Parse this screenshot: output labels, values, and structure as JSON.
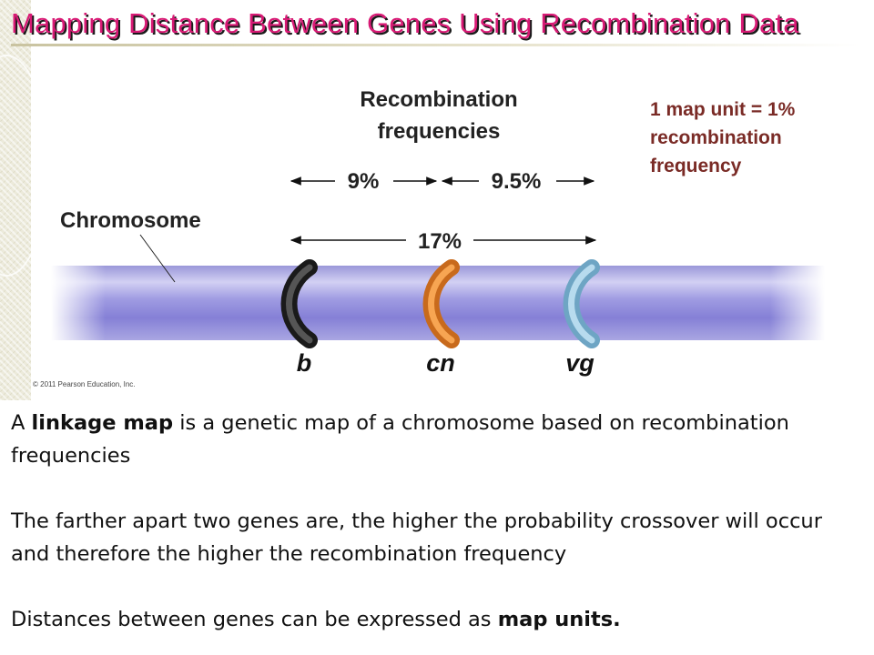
{
  "slide": {
    "title": "Mapping Distance Between Genes Using Recombination Data"
  },
  "figure": {
    "heading_line1": "Recombination",
    "heading_line2": "frequencies",
    "note_line1": "1 map unit = 1%",
    "note_line2": "recombination",
    "note_line3": "frequency",
    "chromosome_label": "Chromosome",
    "credit": "© 2011 Pearson Education, Inc.",
    "genes": [
      {
        "symbol": "b",
        "color": "#2b2b2b"
      },
      {
        "symbol": "cn",
        "color": "#f08a2a"
      },
      {
        "symbol": "vg",
        "color": "#8fc2dc"
      }
    ],
    "intervals": [
      {
        "from": "b",
        "to": "cn",
        "label": "9%",
        "value": 9
      },
      {
        "from": "cn",
        "to": "vg",
        "label": "9.5%",
        "value": 9.5
      },
      {
        "from": "b",
        "to": "vg",
        "label": "17%",
        "value": 17
      }
    ],
    "colors": {
      "chromosome": "#a6a3e0",
      "chromosome_band": "#8c86d8",
      "title": "#d81a75",
      "note": "#7a2b26"
    }
  },
  "body": {
    "p1_a": "A ",
    "p1_bold": "linkage map",
    "p1_b": " is a genetic map of a chromosome based on recombination frequencies",
    "p2": "The farther apart two genes are, the higher the probability crossover will occur and therefore the higher the recombination frequency",
    "p3_a": "Distances between genes can be expressed as ",
    "p3_bold": "map units."
  }
}
